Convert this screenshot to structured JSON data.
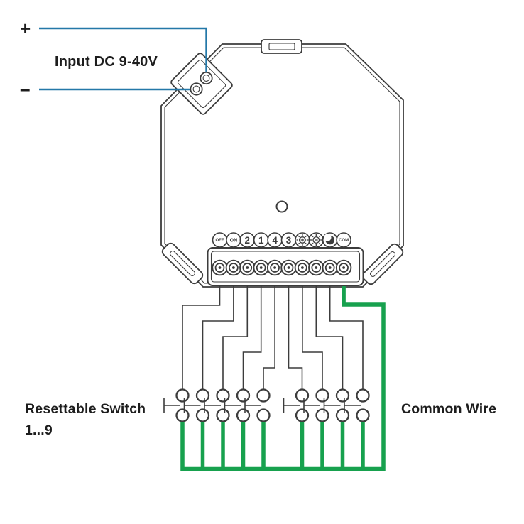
{
  "diagram": {
    "power_input": {
      "plus_label": "+",
      "minus_label": "–",
      "caption": "Input DC 9-40V"
    },
    "terminals": [
      {
        "name": "off",
        "kind": "text",
        "label": "OFF"
      },
      {
        "name": "on",
        "kind": "text",
        "label": "ON"
      },
      {
        "name": "zone-2",
        "kind": "text",
        "label": "2"
      },
      {
        "name": "zone-1",
        "kind": "text",
        "label": "1"
      },
      {
        "name": "zone-4",
        "kind": "text",
        "label": "4"
      },
      {
        "name": "zone-3",
        "kind": "text",
        "label": "3"
      },
      {
        "name": "brightness-up",
        "kind": "icon",
        "icon": "sun-plus-icon"
      },
      {
        "name": "brightness-down",
        "kind": "icon",
        "icon": "sun-minus-icon"
      },
      {
        "name": "night-mode",
        "kind": "icon",
        "icon": "moon-icon"
      },
      {
        "name": "com",
        "kind": "text",
        "label": "COM"
      }
    ],
    "captions": {
      "switches_line1": "Resettable Switch",
      "switches_line2": "1...9",
      "common_wire": "Common Wire"
    },
    "switches": {
      "count": 9,
      "group_sizes": [
        5,
        4
      ]
    },
    "colors": {
      "outline": "#3c3c3c",
      "wire_blue": "#2478a8",
      "wire_green": "#17a14e",
      "text": "#1d1d1d",
      "background": "#ffffff"
    }
  }
}
